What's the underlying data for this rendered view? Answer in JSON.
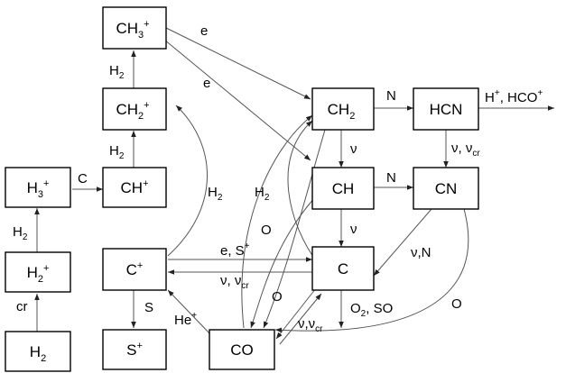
{
  "nodes": {
    "h2": {
      "base": "H",
      "sub": "2",
      "sup": ""
    },
    "h2p": {
      "base": "H",
      "sub": "2",
      "sup": "+"
    },
    "h3p": {
      "base": "H",
      "sub": "3",
      "sup": "+"
    },
    "chp": {
      "base": "CH",
      "sub": "",
      "sup": "+"
    },
    "ch2p": {
      "base": "CH",
      "sub": "2",
      "sup": "+"
    },
    "ch3p": {
      "base": "CH",
      "sub": "3",
      "sup": "+"
    },
    "cp": {
      "base": "C",
      "sub": "",
      "sup": "+"
    },
    "sp": {
      "base": "S",
      "sub": "",
      "sup": "+"
    },
    "co": {
      "base": "CO",
      "sub": "",
      "sup": ""
    },
    "ch2": {
      "base": "CH",
      "sub": "2",
      "sup": ""
    },
    "ch": {
      "base": "CH",
      "sub": "",
      "sup": ""
    },
    "c": {
      "base": "C",
      "sub": "",
      "sup": ""
    },
    "hcn": {
      "base": "HCN",
      "sub": "",
      "sup": ""
    },
    "cn": {
      "base": "CN",
      "sub": "",
      "sup": ""
    }
  },
  "labels": {
    "cr": "cr",
    "h2_a": "H",
    "h2_a_sub": "2",
    "c_to_chp": "C",
    "h2_b": "H",
    "h2_b_sub": "2",
    "h2_c": "H",
    "h2_c_sub": "2",
    "e_1": "e",
    "e_2": "e",
    "h2_arc": "H",
    "h2_arc_sub": "2",
    "es": "e, S",
    "es_sup": "+",
    "nu_cp": "ν, ν",
    "nu_cp_sub": "cr",
    "s": "S",
    "he": "He",
    "he_sup": "+",
    "n_1": "N",
    "n_2": "N",
    "nu_1": "ν",
    "nu_2": "ν",
    "nu_hcn": "ν, ν",
    "nu_hcn_sub": "cr",
    "nu_n": "ν,N",
    "h2_mid": "H",
    "h2_mid_sub": "2",
    "o_1": "O",
    "o_2": "O",
    "o_3": "O",
    "o2so": "O",
    "o2so_sub": "2",
    "o2so_rest": ", SO",
    "nu_co": "ν,ν",
    "nu_co_sub": "cr",
    "products": "H",
    "products_sup": "+",
    "products_rest": ", HCO",
    "products_sup2": "+"
  }
}
